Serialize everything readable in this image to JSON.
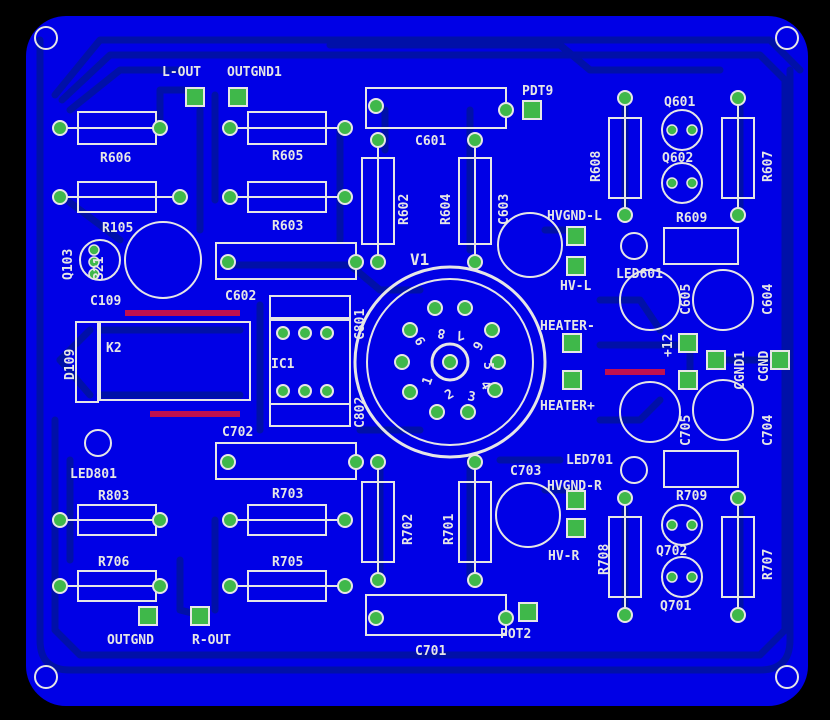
{
  "colors": {
    "background": "#000000",
    "copper": "#0000e6",
    "trace": "#0010a8",
    "silk": "#e6e6e6",
    "pad": "#3fb84a",
    "via": "#e6e6e6",
    "jumper": "#c01050"
  },
  "labels": {
    "l_out": "L-OUT",
    "outgnd1": "OUTGND1",
    "pdt9": "PDT9",
    "q601": "Q601",
    "q602": "Q602",
    "r606": "R606",
    "r605": "R605",
    "c601": "C601",
    "r608": "R608",
    "r607": "R607",
    "r105": "R105",
    "r603": "R603",
    "r602": "R602",
    "r604": "R604",
    "c603": "C603",
    "hvgnd_l": "HVGND-L",
    "r609": "R609",
    "q103": "Q103",
    "c109": "C109",
    "v1": "V1",
    "hv_l": "HV-L",
    "led601": "LED601",
    "c605": "C605",
    "c604": "C604",
    "c602": "C602",
    "c801": "C801",
    "heater_minus": "HEATER-",
    "plus12": "+12",
    "cgnd1": "CGND1",
    "cgnd": "CGND",
    "k2": "K2",
    "d109": "D109",
    "ic1": "IC1",
    "heater_plus": "HEATER+",
    "c705": "C705",
    "c704": "C704",
    "c802": "C802",
    "c702": "C702",
    "led801": "LED801",
    "led701": "LED701",
    "c703": "C703",
    "hvgnd_r": "HVGND-R",
    "r803": "R803",
    "r703": "R703",
    "r702": "R702",
    "r701": "R701",
    "r709": "R709",
    "hv_r": "HV-R",
    "r708": "R708",
    "q702": "Q702",
    "r707": "R707",
    "r706": "R706",
    "r705": "R705",
    "q701": "Q701",
    "outgnd": "OUTGND",
    "r_out": "R-OUT",
    "pot2": "POT2",
    "c701": "C701",
    "pin1": "1",
    "pin2": "2",
    "pin3": "3",
    "pin4": "4",
    "pin5": "5",
    "pin6": "6",
    "pin7": "7",
    "pin8": "8",
    "pin9": "9",
    "q103_pins": "321"
  }
}
